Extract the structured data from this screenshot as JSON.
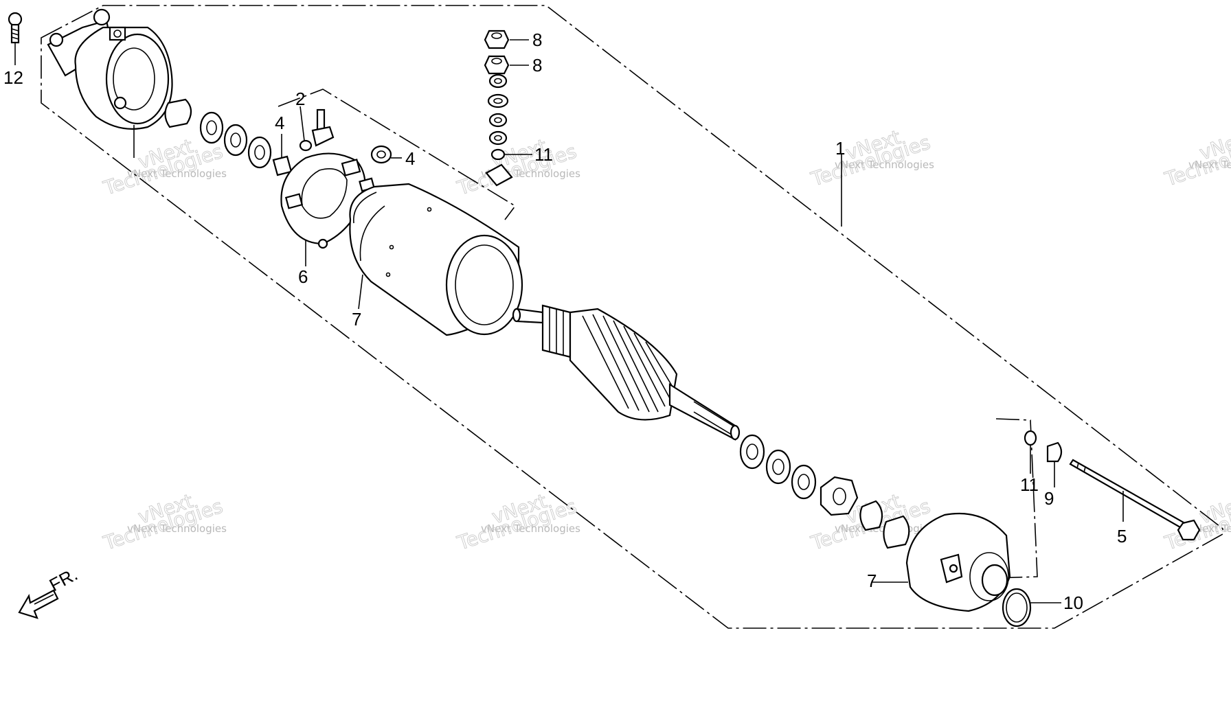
{
  "callouts": {
    "c1": "1",
    "c2": "2",
    "c4a": "4",
    "c4b": "4",
    "c5": "5",
    "c6": "6",
    "c7a": "7",
    "c7b": "7",
    "c8a": "8",
    "c8b": "8",
    "c9": "9",
    "c10": "10",
    "c11a": "11",
    "c11b": "11",
    "c12": "12"
  },
  "direction_label": "FR.",
  "watermark": {
    "line1": "vNext Technologies",
    "line2": "Technologies",
    "line3": "vNext"
  },
  "colors": {
    "ink": "#000000",
    "paper": "#ffffff",
    "watermark": "#b8b8b8"
  }
}
